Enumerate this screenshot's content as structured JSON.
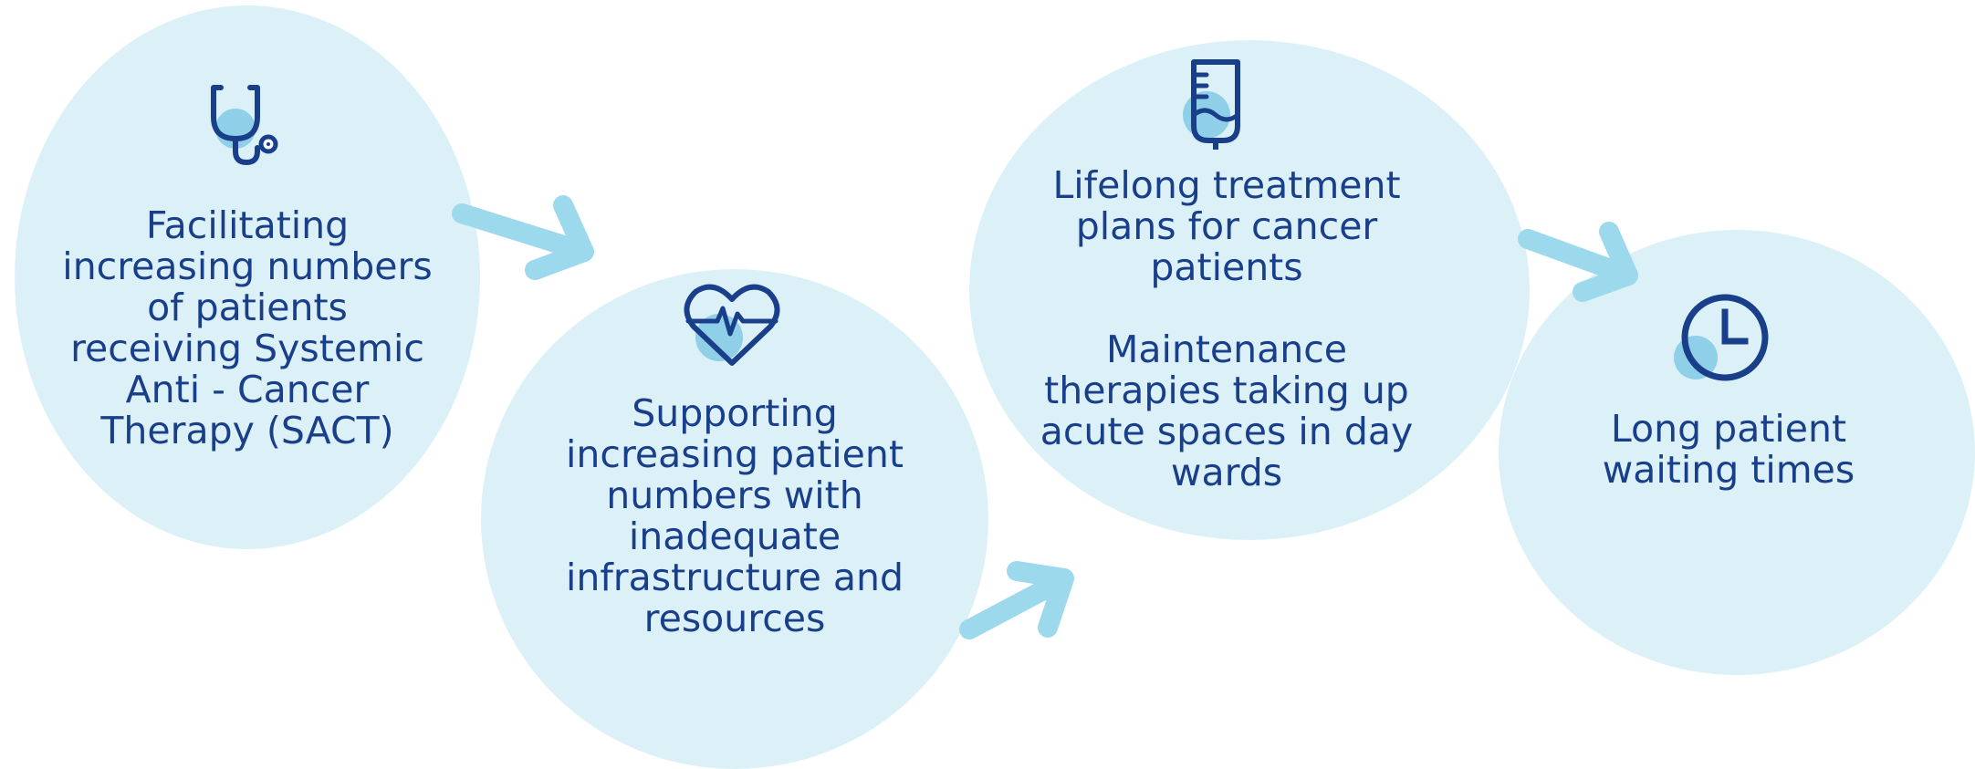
{
  "steps": [
    {
      "icon": "stethoscope-icon",
      "label": "Facilitating\nincreasing numbers\nof patients\nreceiving Systemic\nAnti - Cancer\nTherapy (SACT)"
    },
    {
      "icon": "heart-pulse-icon",
      "label": "Supporting\nincreasing patient\nnumbers with\ninadequate\ninfrastructure and\nresources"
    },
    {
      "icon": "iv-bag-icon",
      "label": "Lifelong treatment\nplans for cancer\npatients\n\nMaintenance\ntherapies taking up\nacute spaces in day\nwards"
    },
    {
      "icon": "clock-icon",
      "label": "Long patient\nwaiting times"
    }
  ],
  "colors": {
    "circle_fill": "#dcf1f7",
    "icon_stroke": "#1a3f8a",
    "icon_accent": "#8fd0e8",
    "arrow": "#9dd9ec",
    "text": "#1a3f8a"
  }
}
